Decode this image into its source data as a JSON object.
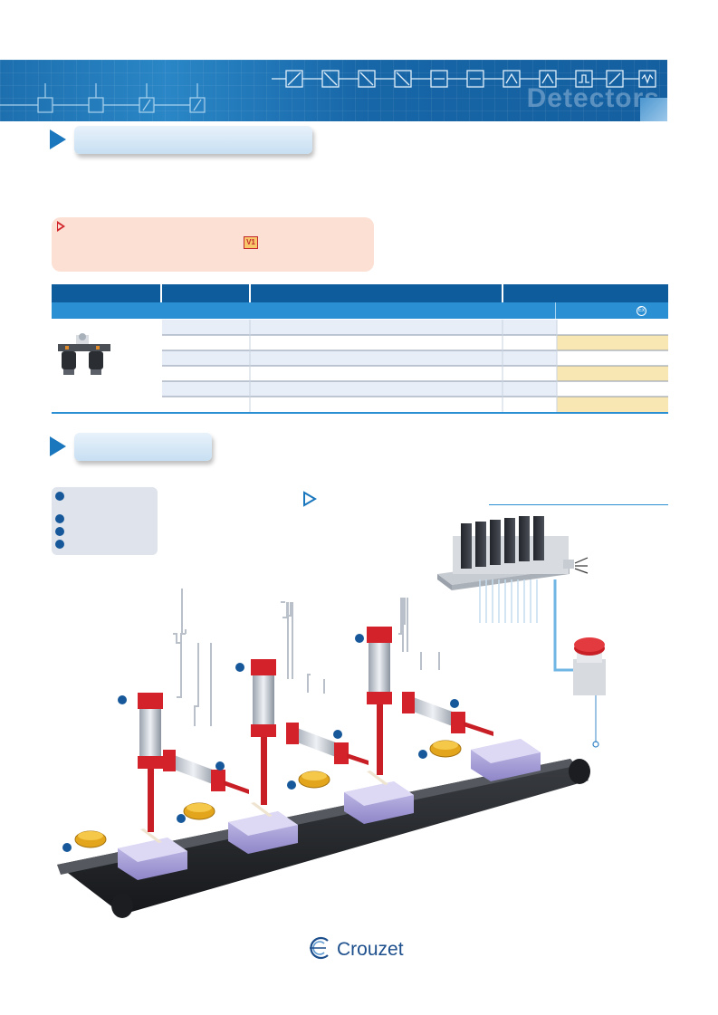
{
  "brand": {
    "name": "Crouzet",
    "banner_word": "Detectors",
    "accent": "#1a76bd",
    "header_dark": "#0f5c9d",
    "header_light": "#2b8fd4",
    "notice_bg": "#fce0d4",
    "highlight_cell": "#f9e7b3"
  },
  "badges": {
    "v1": "V1",
    "ex": "Ex"
  },
  "table": {
    "row_count": 6,
    "highlight_column": "last"
  },
  "features": {
    "count": 4
  },
  "icons": [
    "play-arrow-icon",
    "triangle-bullet-icon",
    "ex-certification-icon",
    "crouzet-logo-icon"
  ]
}
